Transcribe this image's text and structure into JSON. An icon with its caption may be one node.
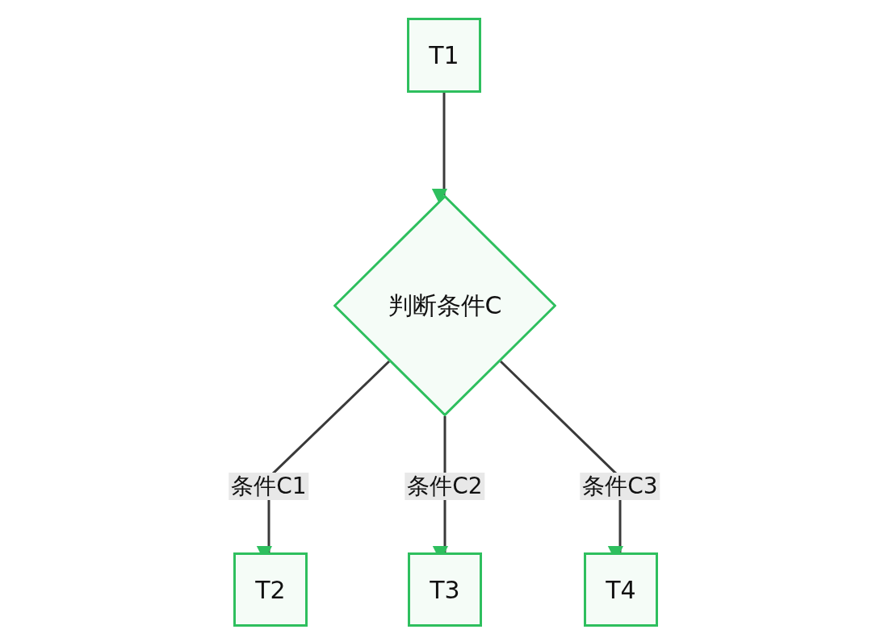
{
  "diagram": {
    "nodes": [
      {
        "text": [
          "T1"
        ]
      },
      {
        "text": [
          "判断条件C"
        ]
      },
      {
        "text": [
          "T2"
        ]
      },
      {
        "text": [
          "T3"
        ]
      },
      {
        "text": [
          "T4"
        ]
      }
    ],
    "edges": [
      {
        "from": 0,
        "to": 1,
        "arrow": "to"
      },
      {
        "from": 1,
        "to": 2,
        "arrow": "to",
        "label": "条件C1"
      },
      {
        "from": 1,
        "to": 3,
        "arrow": "to",
        "label": "条件C2"
      },
      {
        "from": 1,
        "to": 4,
        "arrow": "to",
        "label": "条件C3"
      }
    ]
  }
}
